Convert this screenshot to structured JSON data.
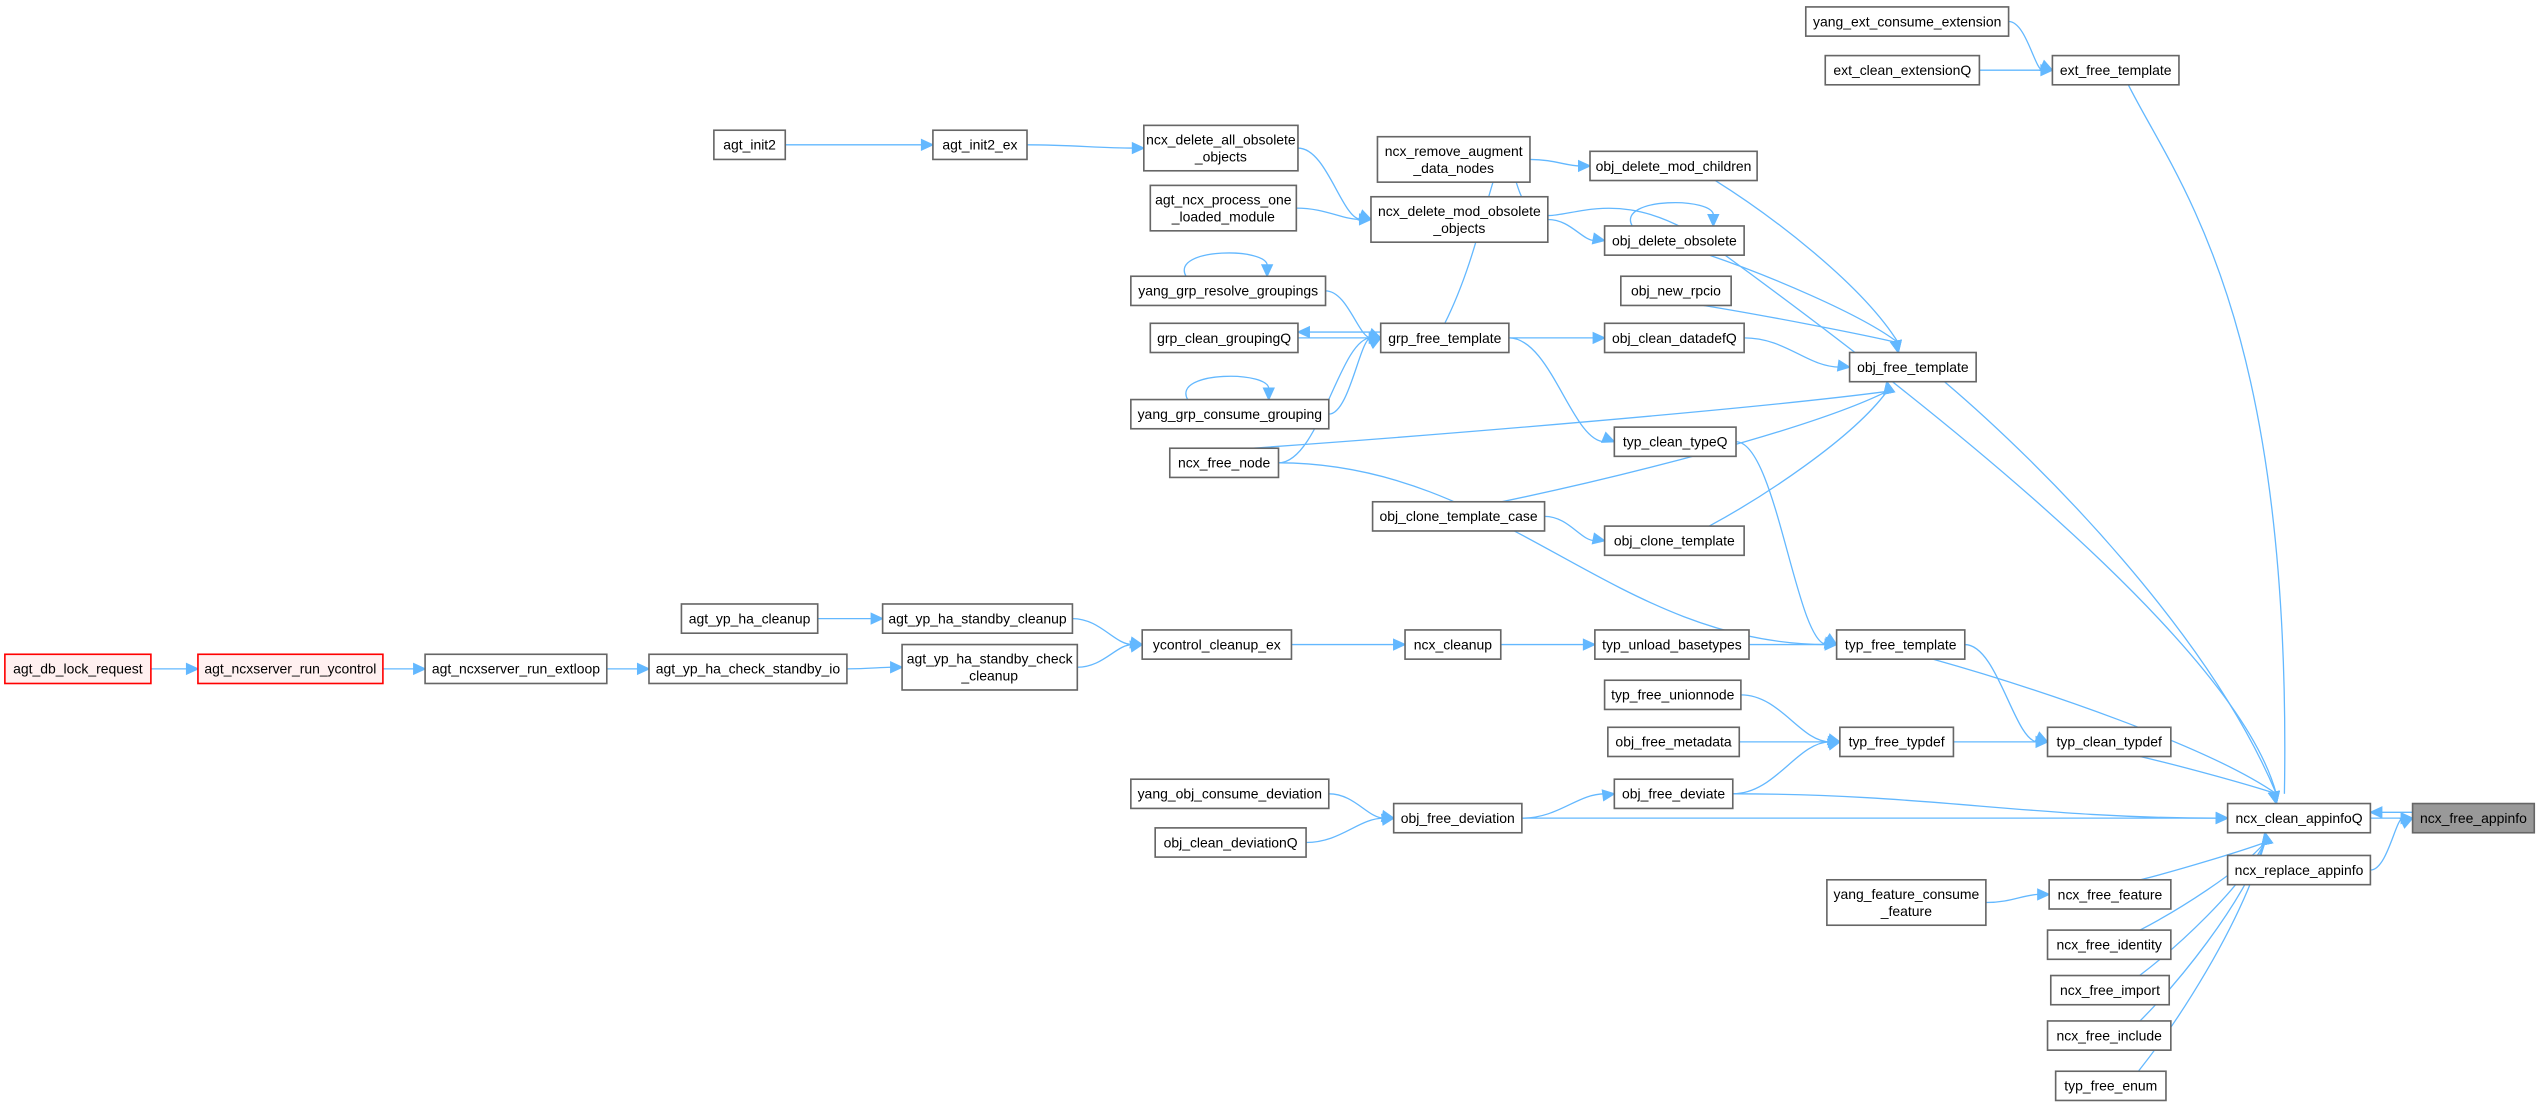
{
  "title": "ncx_free_appinfo caller graph",
  "colors": {
    "edge": "#63b8ff",
    "node_border": "#666666",
    "truncated_border": "#ff0000",
    "truncated_fill": "#fff0f0",
    "current_fill": "#999999"
  },
  "nodes": [
    {
      "id": "yang_ext_consume_extension",
      "lines": [
        "yang_ext_consume_extension"
      ]
    },
    {
      "id": "ext_clean_extensionQ",
      "lines": [
        "ext_clean_extensionQ"
      ]
    },
    {
      "id": "ext_free_template",
      "lines": [
        "ext_free_template"
      ]
    },
    {
      "id": "agt_init2",
      "lines": [
        "agt_init2"
      ]
    },
    {
      "id": "agt_init2_ex",
      "lines": [
        "agt_init2_ex"
      ]
    },
    {
      "id": "ncx_delete_all_obsolete_objects",
      "lines": [
        "ncx_delete_all_obsolete",
        "_objects"
      ]
    },
    {
      "id": "ncx_remove_augment_data_nodes",
      "lines": [
        "ncx_remove_augment",
        "_data_nodes"
      ]
    },
    {
      "id": "obj_delete_mod_children",
      "lines": [
        "obj_delete_mod_children"
      ]
    },
    {
      "id": "agt_ncx_process_one_loaded_module",
      "lines": [
        "agt_ncx_process_one",
        "_loaded_module"
      ]
    },
    {
      "id": "ncx_delete_mod_obsolete_objects",
      "lines": [
        "ncx_delete_mod_obsolete",
        "_objects"
      ]
    },
    {
      "id": "obj_delete_obsolete",
      "lines": [
        "obj_delete_obsolete"
      ]
    },
    {
      "id": "yang_grp_resolve_groupings",
      "lines": [
        "yang_grp_resolve_groupings"
      ]
    },
    {
      "id": "obj_new_rpcio",
      "lines": [
        "obj_new_rpcio"
      ]
    },
    {
      "id": "grp_clean_groupingQ",
      "lines": [
        "grp_clean_groupingQ"
      ]
    },
    {
      "id": "grp_free_template",
      "lines": [
        "grp_free_template"
      ]
    },
    {
      "id": "obj_clean_datadefQ",
      "lines": [
        "obj_clean_datadefQ"
      ]
    },
    {
      "id": "obj_free_template",
      "lines": [
        "obj_free_template"
      ]
    },
    {
      "id": "yang_grp_consume_grouping",
      "lines": [
        "yang_grp_consume_grouping"
      ]
    },
    {
      "id": "typ_clean_typeQ",
      "lines": [
        "typ_clean_typeQ"
      ]
    },
    {
      "id": "ncx_free_node",
      "lines": [
        "ncx_free_node"
      ]
    },
    {
      "id": "obj_clone_template_case",
      "lines": [
        "obj_clone_template_case"
      ]
    },
    {
      "id": "obj_clone_template",
      "lines": [
        "obj_clone_template"
      ]
    },
    {
      "id": "agt_yp_ha_cleanup",
      "lines": [
        "agt_yp_ha_cleanup"
      ]
    },
    {
      "id": "agt_yp_ha_standby_cleanup",
      "lines": [
        "agt_yp_ha_standby_cleanup"
      ]
    },
    {
      "id": "ycontrol_cleanup_ex",
      "lines": [
        "ycontrol_cleanup_ex"
      ]
    },
    {
      "id": "ncx_cleanup",
      "lines": [
        "ncx_cleanup"
      ]
    },
    {
      "id": "typ_unload_basetypes",
      "lines": [
        "typ_unload_basetypes"
      ]
    },
    {
      "id": "typ_free_template",
      "lines": [
        "typ_free_template"
      ]
    },
    {
      "id": "agt_db_lock_request",
      "lines": [
        "agt_db_lock_request"
      ],
      "style": "red"
    },
    {
      "id": "agt_ncxserver_run_ycontrol",
      "lines": [
        "agt_ncxserver_run_ycontrol"
      ],
      "style": "red"
    },
    {
      "id": "agt_ncxserver_run_extloop",
      "lines": [
        "agt_ncxserver_run_extloop"
      ]
    },
    {
      "id": "agt_yp_ha_check_standby_io",
      "lines": [
        "agt_yp_ha_check_standby_io"
      ]
    },
    {
      "id": "agt_yp_ha_standby_check_cleanup",
      "lines": [
        "agt_yp_ha_standby_check",
        "_cleanup"
      ]
    },
    {
      "id": "typ_free_unionnode",
      "lines": [
        "typ_free_unionnode"
      ]
    },
    {
      "id": "obj_free_metadata",
      "lines": [
        "obj_free_metadata"
      ]
    },
    {
      "id": "typ_free_typdef",
      "lines": [
        "typ_free_typdef"
      ]
    },
    {
      "id": "typ_clean_typdef",
      "lines": [
        "typ_clean_typdef"
      ]
    },
    {
      "id": "yang_obj_consume_deviation",
      "lines": [
        "yang_obj_consume_deviation"
      ]
    },
    {
      "id": "obj_free_deviate",
      "lines": [
        "obj_free_deviate"
      ]
    },
    {
      "id": "obj_free_deviation",
      "lines": [
        "obj_free_deviation"
      ]
    },
    {
      "id": "ncx_clean_appinfoQ",
      "lines": [
        "ncx_clean_appinfoQ"
      ]
    },
    {
      "id": "ncx_free_appinfo",
      "lines": [
        "ncx_free_appinfo"
      ],
      "style": "current"
    },
    {
      "id": "obj_clean_deviationQ",
      "lines": [
        "obj_clean_deviationQ"
      ]
    },
    {
      "id": "ncx_replace_appinfo",
      "lines": [
        "ncx_replace_appinfo"
      ]
    },
    {
      "id": "ncx_free_feature",
      "lines": [
        "ncx_free_feature"
      ]
    },
    {
      "id": "yang_feature_consume_feature",
      "lines": [
        "yang_feature_consume",
        "_feature"
      ]
    },
    {
      "id": "ncx_free_identity",
      "lines": [
        "ncx_free_identity"
      ]
    },
    {
      "id": "ncx_free_import",
      "lines": [
        "ncx_free_import"
      ]
    },
    {
      "id": "ncx_free_include",
      "lines": [
        "ncx_free_include"
      ]
    },
    {
      "id": "typ_free_enum",
      "lines": [
        "typ_free_enum"
      ]
    }
  ],
  "edges": [
    [
      "yang_ext_consume_extension",
      "ext_free_template"
    ],
    [
      "ext_clean_extensionQ",
      "ext_free_template"
    ],
    [
      "ext_free_template",
      "ncx_clean_appinfoQ"
    ],
    [
      "agt_init2",
      "agt_init2_ex"
    ],
    [
      "agt_init2_ex",
      "ncx_delete_all_obsolete_objects"
    ],
    [
      "ncx_delete_all_obsolete_objects",
      "ncx_delete_mod_obsolete_objects"
    ],
    [
      "agt_ncx_process_one_loaded_module",
      "ncx_delete_mod_obsolete_objects"
    ],
    [
      "ncx_remove_augment_data_nodes",
      "obj_delete_mod_children"
    ],
    [
      "ncx_delete_mod_obsolete_objects",
      "obj_delete_obsolete"
    ],
    [
      "obj_delete_obsolete",
      "obj_delete_obsolete"
    ],
    [
      "obj_delete_mod_children",
      "obj_free_template"
    ],
    [
      "obj_delete_obsolete",
      "obj_free_template"
    ],
    [
      "obj_new_rpcio",
      "obj_free_template"
    ],
    [
      "obj_clean_datadefQ",
      "obj_free_template"
    ],
    [
      "ncx_free_node",
      "obj_free_template"
    ],
    [
      "obj_clone_template_case",
      "obj_free_template"
    ],
    [
      "obj_clone_template",
      "obj_free_template"
    ],
    [
      "obj_clone_template_case",
      "obj_clone_template"
    ],
    [
      "yang_grp_resolve_groupings",
      "yang_grp_resolve_groupings"
    ],
    [
      "yang_grp_resolve_groupings",
      "grp_free_template"
    ],
    [
      "grp_clean_groupingQ",
      "grp_free_template"
    ],
    [
      "grp_free_template",
      "grp_clean_groupingQ"
    ],
    [
      "yang_grp_consume_grouping",
      "yang_grp_consume_grouping"
    ],
    [
      "yang_grp_consume_grouping",
      "grp_free_template"
    ],
    [
      "ncx_free_node",
      "grp_free_template"
    ],
    [
      "grp_free_template",
      "obj_clean_datadefQ"
    ],
    [
      "grp_free_template",
      "typ_clean_typeQ"
    ],
    [
      "grp_free_template",
      "ncx_clean_appinfoQ"
    ],
    [
      "obj_free_template",
      "ncx_clean_appinfoQ"
    ],
    [
      "typ_clean_typeQ",
      "typ_free_template"
    ],
    [
      "ncx_free_node",
      "typ_free_template"
    ],
    [
      "agt_yp_ha_cleanup",
      "agt_yp_ha_standby_cleanup"
    ],
    [
      "agt_yp_ha_standby_cleanup",
      "ycontrol_cleanup_ex"
    ],
    [
      "agt_yp_ha_standby_check_cleanup",
      "ycontrol_cleanup_ex"
    ],
    [
      "ycontrol_cleanup_ex",
      "ncx_cleanup"
    ],
    [
      "ncx_cleanup",
      "typ_unload_basetypes"
    ],
    [
      "typ_unload_basetypes",
      "typ_free_template"
    ],
    [
      "typ_free_template",
      "typ_clean_typdef"
    ],
    [
      "typ_free_template",
      "ncx_clean_appinfoQ"
    ],
    [
      "agt_db_lock_request",
      "agt_ncxserver_run_ycontrol"
    ],
    [
      "agt_ncxserver_run_ycontrol",
      "agt_ncxserver_run_extloop"
    ],
    [
      "agt_ncxserver_run_extloop",
      "agt_yp_ha_check_standby_io"
    ],
    [
      "agt_yp_ha_check_standby_io",
      "agt_yp_ha_standby_check_cleanup"
    ],
    [
      "typ_free_unionnode",
      "typ_free_typdef"
    ],
    [
      "obj_free_metadata",
      "typ_free_typdef"
    ],
    [
      "obj_free_deviate",
      "typ_free_typdef"
    ],
    [
      "typ_free_typdef",
      "typ_clean_typdef"
    ],
    [
      "typ_clean_typdef",
      "ncx_clean_appinfoQ"
    ],
    [
      "yang_obj_consume_deviation",
      "obj_free_deviation"
    ],
    [
      "obj_clean_deviationQ",
      "obj_free_deviation"
    ],
    [
      "obj_free_deviation",
      "obj_free_deviate"
    ],
    [
      "obj_free_deviation",
      "ncx_clean_appinfoQ"
    ],
    [
      "obj_free_deviate",
      "ncx_clean_appinfoQ"
    ],
    [
      "ncx_free_appinfo",
      "ncx_clean_appinfoQ"
    ],
    [
      "ncx_clean_appinfoQ",
      "ncx_free_appinfo"
    ],
    [
      "ncx_replace_appinfo",
      "ncx_free_appinfo"
    ],
    [
      "yang_feature_consume_feature",
      "ncx_free_feature"
    ],
    [
      "ncx_free_feature",
      "ncx_clean_appinfoQ"
    ],
    [
      "ncx_free_identity",
      "ncx_clean_appinfoQ"
    ],
    [
      "ncx_free_import",
      "ncx_clean_appinfoQ"
    ],
    [
      "ncx_free_include",
      "ncx_clean_appinfoQ"
    ],
    [
      "typ_free_enum",
      "ncx_clean_appinfoQ"
    ]
  ]
}
